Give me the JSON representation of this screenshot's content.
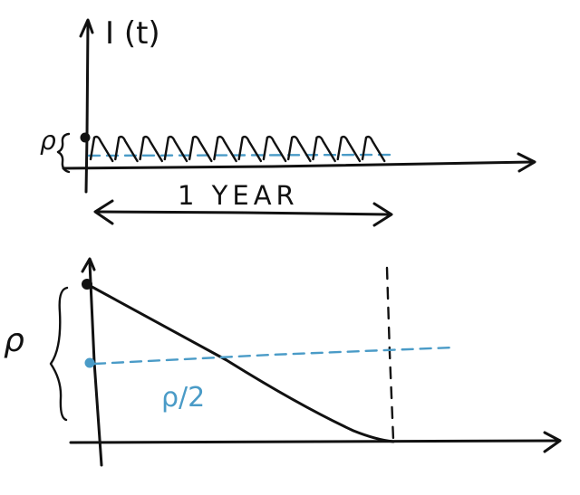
{
  "colors": {
    "ink": "#111111",
    "blue": "#4a9bc7"
  },
  "top_panel": {
    "y_axis_label": "I (t)",
    "amplitude_label": "ρ",
    "interval_label": "1 YEAR",
    "pulse_count": 12
  },
  "bottom_panel": {
    "amplitude_label": "ρ",
    "half_label": "ρ/2"
  }
}
